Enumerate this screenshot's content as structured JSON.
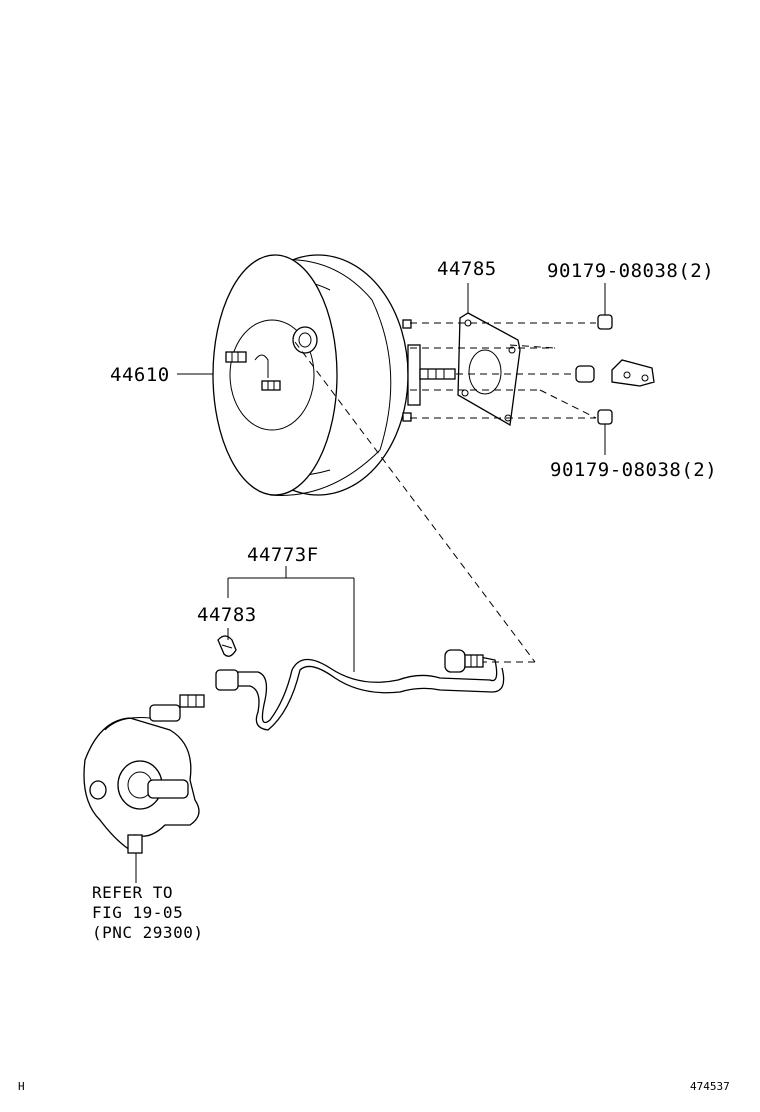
{
  "parts": {
    "booster": "44610",
    "gasket": "44785",
    "nut_upper": "90179-08038(2)",
    "nut_lower": "90179-08038(2)",
    "hose_assy": "44773F",
    "clamp": "44783"
  },
  "reference": {
    "line1": "REFER TO",
    "line2": "FIG 19-05",
    "line3": "(PNC 29300)"
  },
  "corner": {
    "left": "H",
    "right": "474537"
  }
}
